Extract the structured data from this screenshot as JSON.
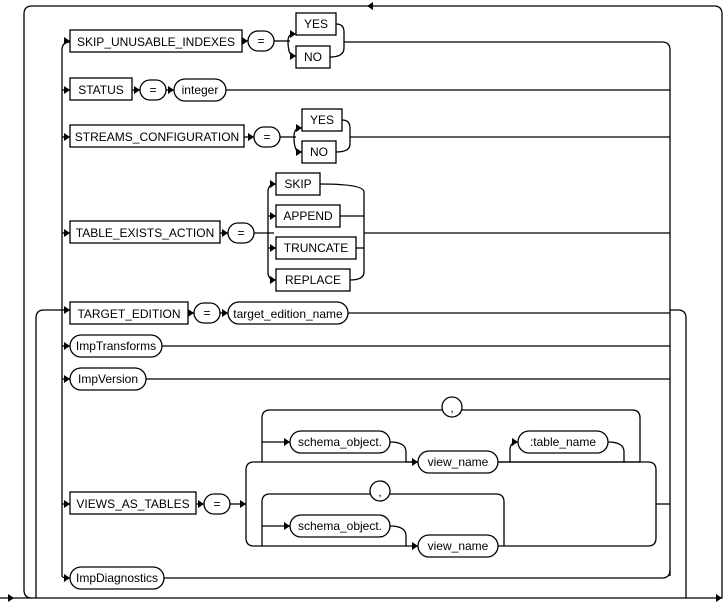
{
  "keywords": {
    "skip_unusable_indexes": "SKIP_UNUSABLE_INDEXES",
    "status": "STATUS",
    "streams_configuration": "STREAMS_CONFIGURATION",
    "table_exists_action": "TABLE_EXISTS_ACTION",
    "target_edition": "TARGET_EDITION",
    "views_as_tables": "VIEWS_AS_TABLES"
  },
  "symbols": {
    "equals": "=",
    "comma": ","
  },
  "options": {
    "yes": "YES",
    "no": "NO",
    "skip": "SKIP",
    "append": "APPEND",
    "truncate": "TRUNCATE",
    "replace": "REPLACE"
  },
  "nonterminals": {
    "integer": "integer",
    "target_edition_name": "target_edition_name",
    "imp_transforms": "ImpTransforms",
    "imp_version": "ImpVersion",
    "schema_object": "schema_object.",
    "view_name": "view_name",
    "table_name": ":table_name",
    "imp_diagnostics": "ImpDiagnostics"
  }
}
